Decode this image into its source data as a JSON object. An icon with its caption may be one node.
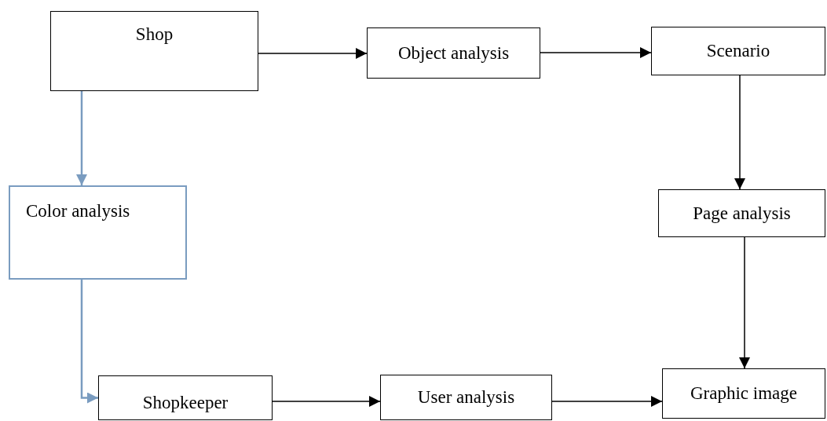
{
  "diagram": {
    "nodes": [
      {
        "text": [
          "Shop"
        ]
      },
      {
        "text": [
          "Object analysis"
        ]
      },
      {
        "text": [
          "Scenario"
        ]
      },
      {
        "text": [
          "Color analysis"
        ]
      },
      {
        "text": [
          "Page analysis"
        ]
      },
      {
        "text": [
          "Shopkeeper"
        ]
      },
      {
        "text": [
          "User analysis"
        ]
      },
      {
        "text": [
          "Graphic image"
        ]
      }
    ],
    "edges": [
      {
        "from": 0,
        "to": 1,
        "arrow": "to"
      },
      {
        "from": 1,
        "to": 2,
        "arrow": "to"
      },
      {
        "from": 2,
        "to": 4,
        "arrow": "to"
      },
      {
        "from": 4,
        "to": 7,
        "arrow": "to"
      },
      {
        "from": 0,
        "to": 3,
        "arrow": "to",
        "color": "#7a9cc0"
      },
      {
        "from": 3,
        "to": 5,
        "arrow": "to",
        "color": "#7a9cc0"
      },
      {
        "from": 5,
        "to": 6,
        "arrow": "to"
      },
      {
        "from": 6,
        "to": 7,
        "arrow": "to"
      }
    ]
  }
}
